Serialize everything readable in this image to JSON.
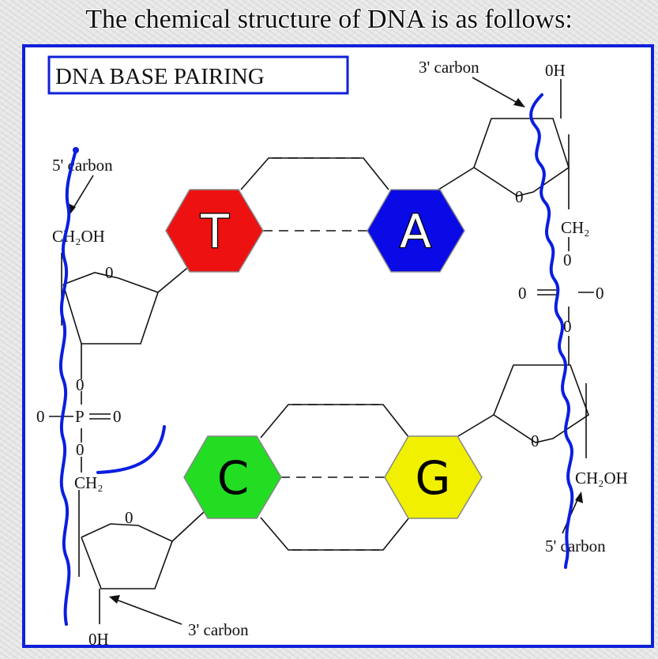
{
  "page_title": "The chemical structure of DNA is as follows:",
  "diagram": {
    "heading": "DNA BASE PAIRING",
    "bases": {
      "t": {
        "letter": "T",
        "color": "#ee1111"
      },
      "a": {
        "letter": "A",
        "color": "#0a0ae6"
      },
      "c": {
        "letter": "C",
        "color": "#22dd22"
      },
      "g": {
        "letter": "G",
        "color": "#f0f000"
      }
    },
    "labels": {
      "three_prime_carbon_top": "3' carbon",
      "oh_top": "0H",
      "five_prime_carbon_left": "5' carbon",
      "ch2oh_left": "CH₂OH",
      "ring_o_1": "0",
      "ring_o_2": "0",
      "ring_o_3": "0",
      "ring_o_4": "0",
      "ch2_right": "CH₂",
      "phos_right_o_top": "0",
      "phos_right_o_left": "0",
      "phos_right_o_right": "0",
      "phos_right_o_bottom": "0",
      "phos_left_o_top": "0",
      "phos_left_o_left": "0",
      "phos_left_p": "P",
      "phos_left_o_right": "0",
      "phos_left_o_bottom": "0",
      "ch2_left": "CH₂",
      "ch2oh_right": "CH₂OH",
      "five_prime_carbon_right": "5' carbon",
      "oh_bottom": "0H",
      "three_prime_carbon_bottom": "3' carbon"
    },
    "ink_color": "#0a1ee0",
    "frame_color": "#1020d8"
  }
}
